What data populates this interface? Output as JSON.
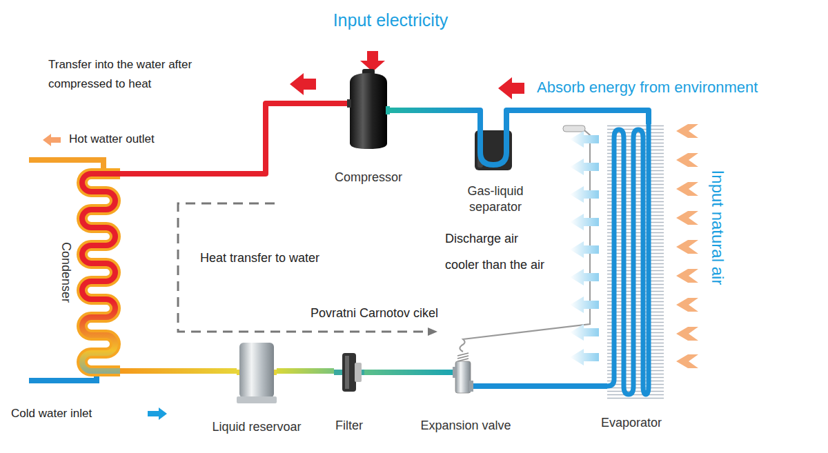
{
  "diagram": {
    "nodes": [
      {
        "text": [
          "Compressor"
        ]
      },
      {
        "text": [
          "Gas-liquid separator"
        ]
      },
      {
        "text": [
          "Condenser"
        ]
      },
      {
        "text": [
          "Evaporator"
        ]
      },
      {
        "text": [
          "Liquid reservoar"
        ]
      },
      {
        "text": [
          "Filter"
        ]
      },
      {
        "text": [
          "Expansion valve"
        ]
      }
    ],
    "edges": [
      {
        "from": 0,
        "to": 2,
        "arrow": "none"
      },
      {
        "from": 2,
        "to": 4,
        "arrow": "none"
      },
      {
        "from": 4,
        "to": 5,
        "arrow": "none"
      },
      {
        "from": 5,
        "to": 6,
        "arrow": "none"
      },
      {
        "from": 6,
        "to": 3,
        "arrow": "none"
      },
      {
        "from": 3,
        "to": 1,
        "arrow": "none"
      },
      {
        "from": 1,
        "to": 0,
        "arrow": "none"
      }
    ],
    "labels": [
      "Input electricity",
      "Transfer into the water after compressed to heat",
      "Absorb energy from environment",
      "Hot watter outlet",
      "Input natural air",
      "Heat transfer to water",
      "Discharge air cooler than the air",
      "Povratni Carnotov cikel",
      "Cold water inlet"
    ]
  }
}
